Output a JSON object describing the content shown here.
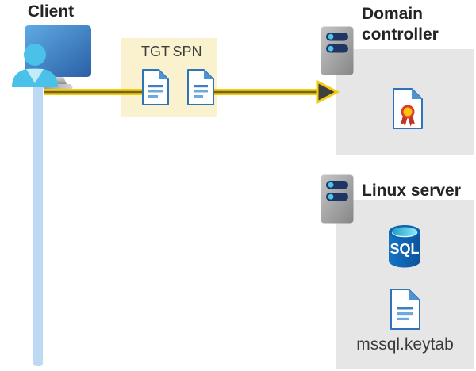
{
  "client": {
    "label": "Client",
    "monitor_icon": "monitor-icon",
    "user_icon": "user-icon",
    "connection_line_icon": "vertical-connection-line"
  },
  "ticket_box": {
    "tgt_label": "TGT",
    "spn_label": "SPN",
    "tgt_icon": "document-icon",
    "spn_icon": "document-icon"
  },
  "auth_arrow": {
    "icon": "arrow-right-icon",
    "from": "Client",
    "to": "Domain controller"
  },
  "domain_controller": {
    "title": "Domain controller",
    "server_icon": "server-icon",
    "certificate_icon": "certificate-icon"
  },
  "linux_server": {
    "title": "Linux server",
    "server_icon": "server-icon",
    "sql_icon": "sql-database-icon",
    "sql_label": "SQL",
    "keytab_icon": "document-icon",
    "keytab_label": "mssql.keytab"
  },
  "colors": {
    "arrow_yellow": "#F3CB0F",
    "arrow_stripe_olive": "#75660D",
    "arrowhead_gray": "#3F3F3F",
    "ticket_box_yellow": "#FAF2CE",
    "panel_gray": "#E6E6E6",
    "document_blue": "#2E74B9",
    "document_fold_blue": "#4E94D4",
    "connection_line_blue": "#BDD9F4",
    "client_cyan": "#49C1E9",
    "monitor_blue_dark": "#2A5FA6",
    "sql_body_blue": "#1268B3",
    "sql_top_cyan": "#8FE9FB",
    "certificate_red": "#DD3E2B",
    "certificate_gold": "#FFC20E",
    "server_slot_navy": "#1F3566",
    "server_dot_cyan": "#4EC4EA"
  }
}
